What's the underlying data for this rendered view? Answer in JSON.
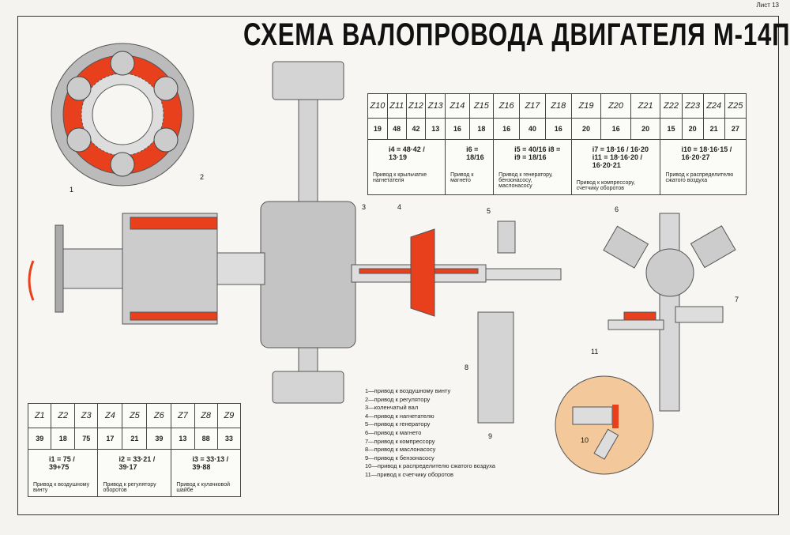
{
  "sheet": "Лист 13",
  "title": "СХЕМА ВАЛОПРОВОДА ДВИГАТЕЛЯ М-14П",
  "colors": {
    "accent": "#e8401c",
    "steel": "#c8c8c8",
    "inset": "#f3c89a"
  },
  "top_table": {
    "headers": [
      "Z10",
      "Z11",
      "Z12",
      "Z13",
      "Z14",
      "Z15",
      "Z16",
      "Z17",
      "Z18",
      "Z19",
      "Z20",
      "Z21",
      "Z22",
      "Z23",
      "Z24",
      "Z25"
    ],
    "values": [
      "19",
      "48",
      "42",
      "13",
      "16",
      "18",
      "16",
      "40",
      "16",
      "20",
      "16",
      "20",
      "15",
      "20",
      "21",
      "27"
    ],
    "groups": [
      {
        "formula": "i4 = 48·42 / 13·19",
        "caption": "Привод к крыльчатке нагнетателя"
      },
      {
        "formula": "i6 = 18/16",
        "caption": "Привод к магнето"
      },
      {
        "formula": "i5 = 40/16   i8 = i9 = 18/16",
        "caption": "Привод к генератору, бензонасосу, маслонасосу"
      },
      {
        "formula": "i7 = 18·16 / 16·20   i11 = 18·16·20 / 16·20·21",
        "caption": "Привод к компрессору, счетчику оборотов"
      },
      {
        "formula": "i10 = 18·16·15 / 16·20·27",
        "caption": "Привод к распределителю сжатого воздуха"
      }
    ]
  },
  "bottom_table": {
    "headers": [
      "Z1",
      "Z2",
      "Z3",
      "Z4",
      "Z5",
      "Z6",
      "Z7",
      "Z8",
      "Z9"
    ],
    "values": [
      "39",
      "18",
      "75",
      "17",
      "21",
      "39",
      "13",
      "88",
      "33"
    ],
    "groups": [
      {
        "formula": "i1 = 75 / 39+75",
        "caption": "Привод к воздушному винту"
      },
      {
        "formula": "i2 = 33·21 / 39·17",
        "caption": "Привод к регулятору оборотов"
      },
      {
        "formula": "i3 = 33·13 / 39·88",
        "caption": "Привод к кулачковой шайбе"
      }
    ]
  },
  "legend": [
    "1—привод к воздушному винту",
    "2—привод к регулятору",
    "3—коленчатый вал",
    "4—привод к нагнетателю",
    "5—привод к генератору",
    "6—привод к магнето",
    "7—привод к компрессору",
    "8—привод к маслонасосу",
    "9—привод к бензонасосу",
    "10—привод к распределителю сжатого воздуха",
    "11—привод к счетчику оборотов"
  ],
  "part_labels": [
    "1",
    "2",
    "3",
    "4",
    "5",
    "6",
    "7",
    "8",
    "9",
    "10",
    "11"
  ]
}
